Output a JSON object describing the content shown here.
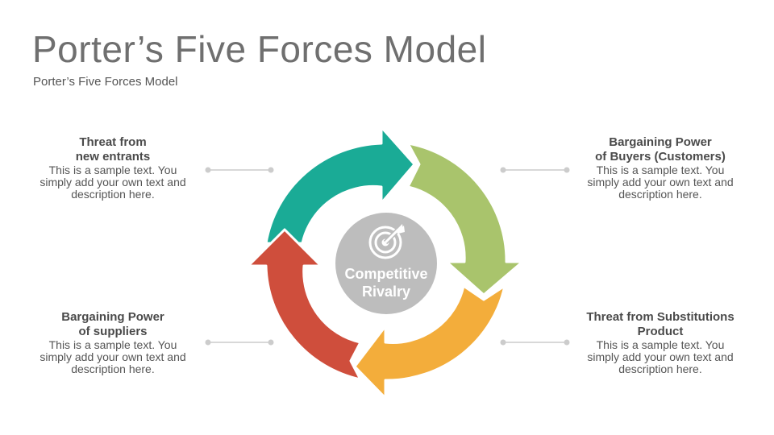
{
  "header": {
    "title": "Porter’s Five Forces Model",
    "subtitle": "Porter’s Five Forces Model"
  },
  "center": {
    "line1": "Competitive",
    "line2": "Rivalry",
    "icon": "target-icon"
  },
  "forces": [
    {
      "id": "threat-new-entrants",
      "line1": "Threat from",
      "line2": "new entrants",
      "desc1": "This is a sample text. You",
      "desc2": "simply add your own text and",
      "desc3": "description here."
    },
    {
      "id": "bargaining-buyers",
      "line1": "Bargaining Power",
      "line2": "of Buyers (Customers)",
      "desc1": "This is a sample text. You",
      "desc2": "simply add your own text and",
      "desc3": "description here."
    },
    {
      "id": "bargaining-suppliers",
      "line1": "Bargaining Power",
      "line2": "of suppliers",
      "desc1": "This is a sample text. You",
      "desc2": "simply add your own text and",
      "desc3": "description here."
    },
    {
      "id": "threat-substitutes",
      "line1": "Threat from Substitutions",
      "line2": "Product",
      "desc1": "This is a sample text. You",
      "desc2": "simply add your own text and",
      "desc3": "description here."
    }
  ],
  "colors": {
    "teal": "#1aab96",
    "green": "#a9c46c",
    "orange": "#f3ad3b",
    "red": "#cf4e3c",
    "center": "#bdbdbd",
    "connector": "#cccccc"
  }
}
